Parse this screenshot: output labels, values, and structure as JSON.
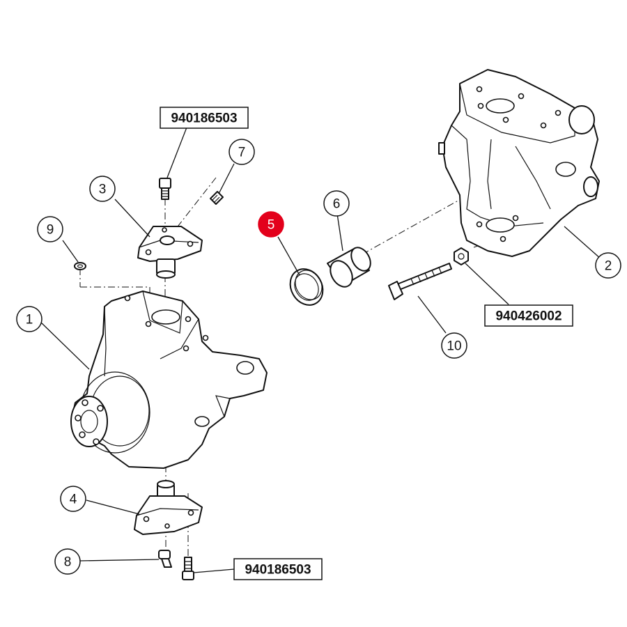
{
  "callouts": [
    {
      "id": "1",
      "label": "1",
      "highlight": false
    },
    {
      "id": "2",
      "label": "2",
      "highlight": false
    },
    {
      "id": "3",
      "label": "3",
      "highlight": false
    },
    {
      "id": "4",
      "label": "4",
      "highlight": false
    },
    {
      "id": "5",
      "label": "5",
      "highlight": true
    },
    {
      "id": "6",
      "label": "6",
      "highlight": false
    },
    {
      "id": "7",
      "label": "7",
      "highlight": false
    },
    {
      "id": "8",
      "label": "8",
      "highlight": false
    },
    {
      "id": "9",
      "label": "9",
      "highlight": false
    },
    {
      "id": "10",
      "label": "10",
      "highlight": false
    }
  ],
  "part_numbers": {
    "top_bolt": "940186503",
    "nut": "940426002",
    "bottom_bolt": "940186503"
  },
  "colors": {
    "highlight": "#e3001b",
    "line": "#111111",
    "background": "#ffffff"
  }
}
